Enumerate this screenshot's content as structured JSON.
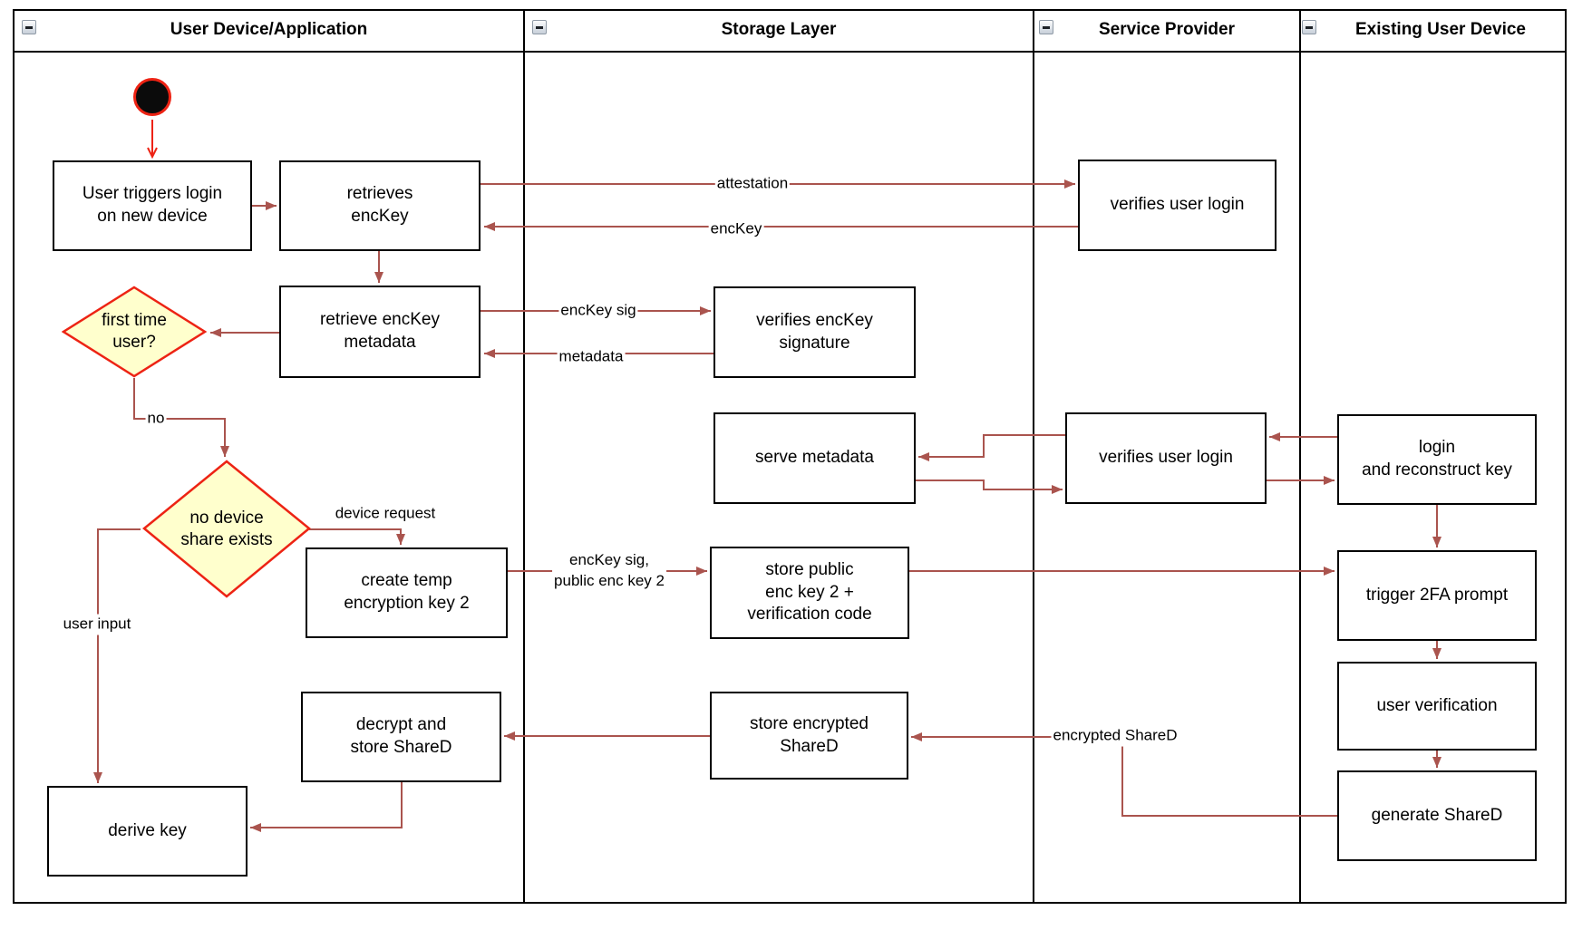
{
  "diagram": {
    "lanes": [
      {
        "title": "User Device/Application"
      },
      {
        "title": "Storage Layer"
      },
      {
        "title": "Service Provider"
      },
      {
        "title": "Existing User Device"
      }
    ],
    "nodes": {
      "start": {
        "type": "initial-node"
      },
      "user_triggers": {
        "label": "User triggers login\non new device"
      },
      "retrieves_enckey": {
        "label": "retrieves\nencKey"
      },
      "verifies_user_login_1": {
        "label": "verifies user login"
      },
      "retrieve_enckey_metadata": {
        "label": "retrieve encKey\nmetadata"
      },
      "first_time_user": {
        "label": "first time\nuser?"
      },
      "verifies_enckey_signature": {
        "label": "verifies encKey\nsignature"
      },
      "serve_metadata": {
        "label": "serve metadata"
      },
      "verifies_user_login_2": {
        "label": "verifies user login"
      },
      "login_reconstruct": {
        "label": "login\nand reconstruct key"
      },
      "no_device_share": {
        "label": "no device\nshare exists"
      },
      "create_temp_key": {
        "label": "create temp\nencryption key 2"
      },
      "store_public_key": {
        "label": "store public\nenc key 2 +\nverification code"
      },
      "trigger_2fa": {
        "label": "trigger 2FA prompt"
      },
      "user_verification": {
        "label": "user verification"
      },
      "generate_shared": {
        "label": "generate ShareD"
      },
      "decrypt_store_shared": {
        "label": "decrypt and\nstore ShareD"
      },
      "store_encrypted_shared": {
        "label": "store encrypted\nShareD"
      },
      "derive_key": {
        "label": "derive key"
      }
    },
    "edge_labels": {
      "attestation": "attestation",
      "enckey": "encKey",
      "enckey_sig": "encKey sig",
      "metadata": "metadata",
      "no": "no",
      "device_request": "device request",
      "enckey_sig_public": "encKey sig,\npublic enc key 2",
      "encrypted_shared": "encrypted ShareD",
      "user_input": "user input"
    },
    "colors": {
      "connector": "#aa544e",
      "highlight": "#ed2314",
      "decision_fill": "#ffffcd",
      "node_border": "#000000"
    }
  }
}
